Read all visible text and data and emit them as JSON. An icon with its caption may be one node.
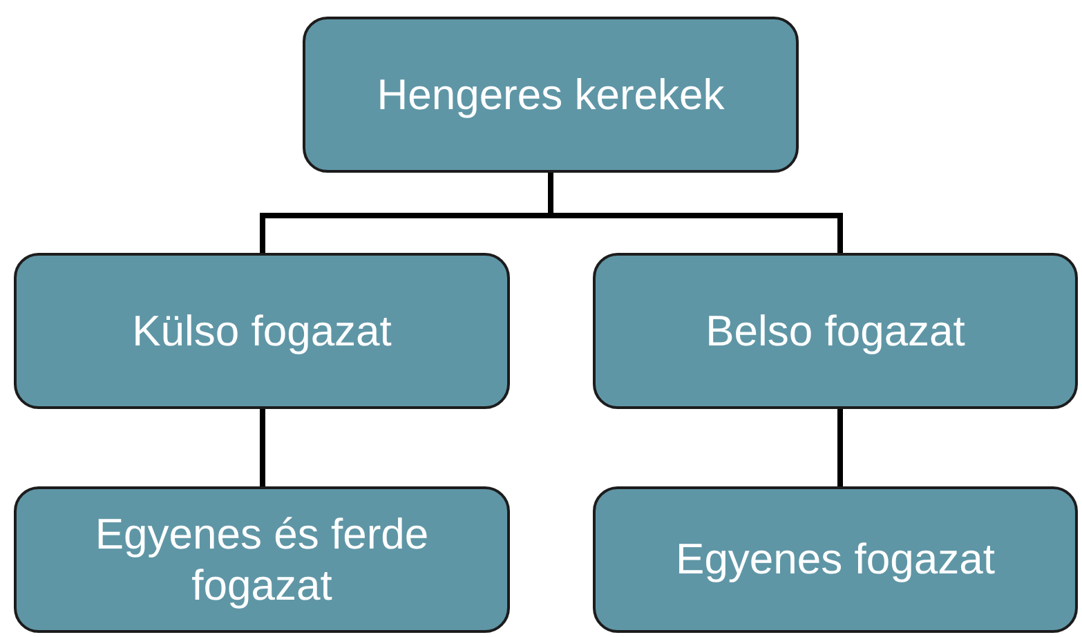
{
  "diagram": {
    "nodes": [
      {
        "text": [
          "Hengeres kerekek"
        ]
      },
      {
        "text": [
          "Külso fogazat"
        ]
      },
      {
        "text": [
          "Belso fogazat"
        ]
      },
      {
        "text": [
          "Egyenes és ferde fogazat"
        ]
      },
      {
        "text": [
          "Egyenes fogazat"
        ]
      }
    ],
    "edges": [
      {
        "from": 0,
        "to": 1,
        "arrow": "none"
      },
      {
        "from": 0,
        "to": 2,
        "arrow": "none"
      },
      {
        "from": 1,
        "to": 3,
        "arrow": "none"
      },
      {
        "from": 2,
        "to": 4,
        "arrow": "none"
      }
    ]
  }
}
